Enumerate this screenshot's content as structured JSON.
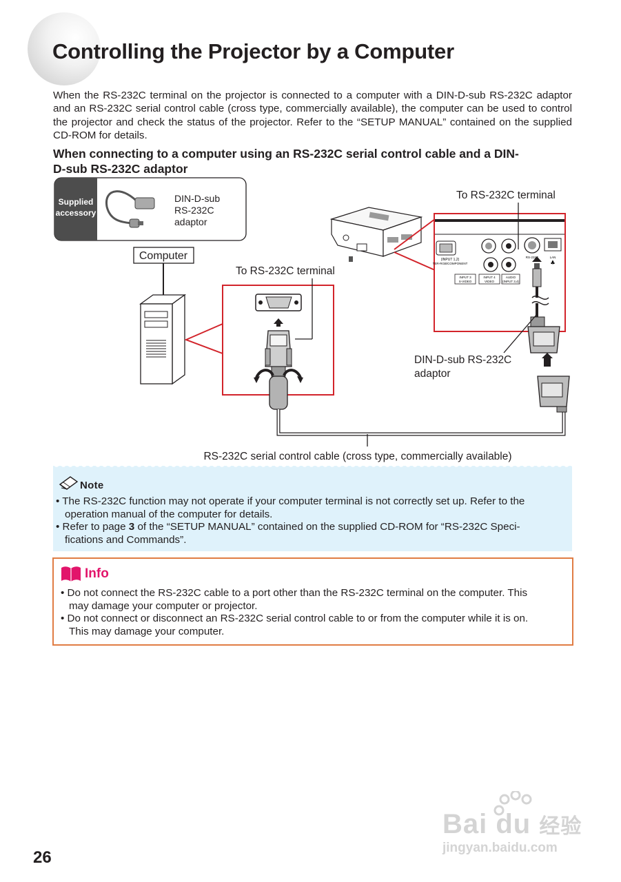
{
  "page": {
    "title": "Controlling the Projector by a Computer",
    "intro": "When the RS-232C terminal on the projector is connected to a computer with a DIN-D-sub RS-232C adaptor and an RS-232C serial control cable (cross type, commercially available), the computer can be used to control the projector and check the status of the projector. Refer to the “SETUP MANUAL” contained on the supplied CD-ROM for details.",
    "section_heading_line1": "When connecting to a computer using an RS-232C serial control cable and a DIN-",
    "section_heading_line2": "D-sub RS-232C adaptor",
    "page_number": "26"
  },
  "diagram": {
    "supplied_line1": "Supplied",
    "supplied_line2": "accessory",
    "adaptor_line1": "DIN-D-sub",
    "adaptor_line2": "RS-232C",
    "adaptor_line3": "adaptor",
    "computer_label": "Computer",
    "to_terminal_left": "To RS-232C terminal",
    "to_terminal_right": "To RS-232C terminal",
    "din_adaptor_line1": "DIN-D-sub RS-232C",
    "din_adaptor_line2": "adaptor",
    "cable_label": "RS-232C serial control cable (cross type, commercially available)",
    "panel_labels": {
      "input12": "(INPUT 1,2)",
      "component": "TER-RGB/COMPONENT",
      "input3": "INPUT 3",
      "svideo": "S-VIDEO",
      "input4": "INPUT 4",
      "video": "VIDEO",
      "audio": "AUDIO",
      "input34": "(INPUT 3,4)",
      "rs232c": "RS-232C",
      "lan": "LAN"
    }
  },
  "note": {
    "title": "Note",
    "bullet1_line1": "The RS-232C function may not operate if your computer terminal is not correctly set up. Refer to the",
    "bullet1_line2": "operation manual of the computer for details.",
    "bullet2_pre": "Refer to page ",
    "bullet2_bold": "3",
    "bullet2_post": " of the “SETUP MANUAL” contained on the supplied CD-ROM for “RS-232C Speci-",
    "bullet2_line2": "fications and Commands”."
  },
  "info": {
    "title": "Info",
    "bullet1_line1": "Do not connect the RS-232C cable to a port other than the RS-232C terminal on the computer. This",
    "bullet1_line2": "may damage your computer or projector.",
    "bullet2_line1": "Do not connect or disconnect an RS-232C serial control cable to or from the computer while it is on.",
    "bullet2_line2": "This may damage your computer."
  },
  "watermark": {
    "text_main": "Bai du",
    "text_cn": "经验",
    "url": "jingyan.baidu.com"
  },
  "colors": {
    "accent_red": "#d2232a",
    "note_bg": "#dff2fb",
    "info_border": "#e07c43",
    "info_title": "#e2156b"
  }
}
